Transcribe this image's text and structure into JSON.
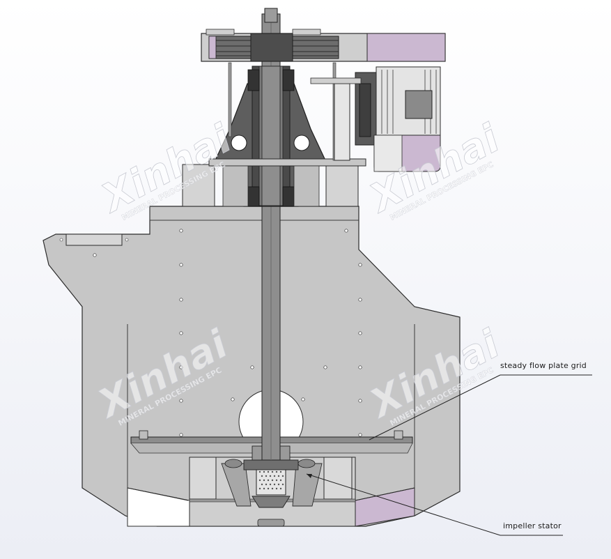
{
  "callouts": {
    "steady_flow_plate_grid": "steady flow plate grid",
    "impeller_stator": "impeller stator"
  },
  "watermark": {
    "brand": "Xinhai",
    "tagline": "MINERAL PROCESSING EPC"
  },
  "colors": {
    "tank": "#c9c9c9",
    "outline": "#2b2b2b",
    "accent_purple": "#cbb8d1",
    "dark_frame": "#5e5e5e",
    "shaft": "#8f8f8f"
  }
}
